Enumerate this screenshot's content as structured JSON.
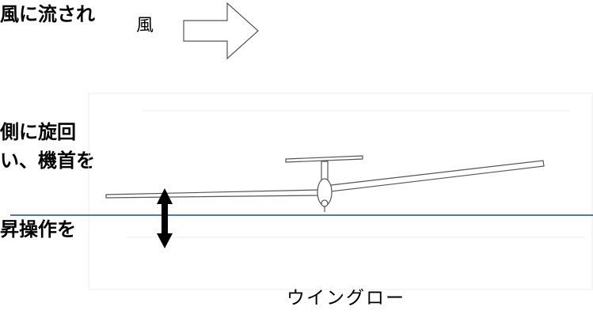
{
  "texts": {
    "line1": "風に流され",
    "line2": "側に旋回",
    "line3": "い、機首を",
    "line4": "昇操作を"
  },
  "wind_label": "風",
  "caption": "ウイングロー",
  "colors": {
    "horizon_line": "#4f79b4",
    "outline": "#555555",
    "text": "#000000",
    "faint_background": "#ececec"
  },
  "icons": {
    "wind_arrow": "hollow-right-arrow",
    "roll_arrow": "double-vertical-arrow"
  }
}
